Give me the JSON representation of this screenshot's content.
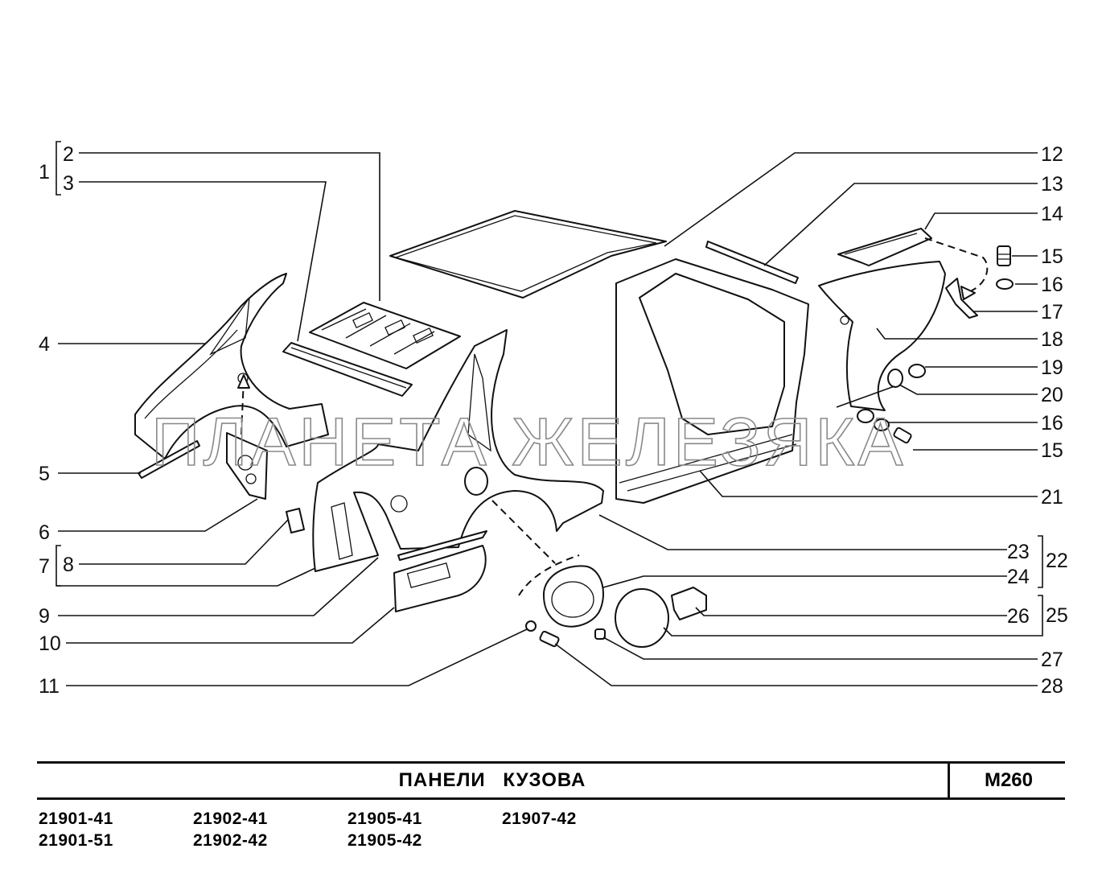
{
  "watermark": "ПЛАНЕТА ЖЕЛЕЗЯКА",
  "title": "ПАНЕЛИ  КУЗОВА",
  "code": "М260",
  "models": [
    "21901-41",
    "21902-41",
    "21905-41",
    "21907-42",
    "21901-51",
    "21902-42",
    "21905-42"
  ],
  "callouts": {
    "c1": "1",
    "c2": "2",
    "c3": "3",
    "c4": "4",
    "c5": "5",
    "c6": "6",
    "c7": "7",
    "c8": "8",
    "c9": "9",
    "c10": "10",
    "c11": "11",
    "c12": "12",
    "c13": "13",
    "c14": "14",
    "c15a": "15",
    "c16a": "16",
    "c17": "17",
    "c18": "18",
    "c19": "19",
    "c20": "20",
    "c16b": "16",
    "c15b": "15",
    "c21": "21",
    "c23": "23",
    "c22": "22",
    "c24": "24",
    "c26": "26",
    "c25": "25",
    "c27": "27",
    "c28": "28"
  }
}
